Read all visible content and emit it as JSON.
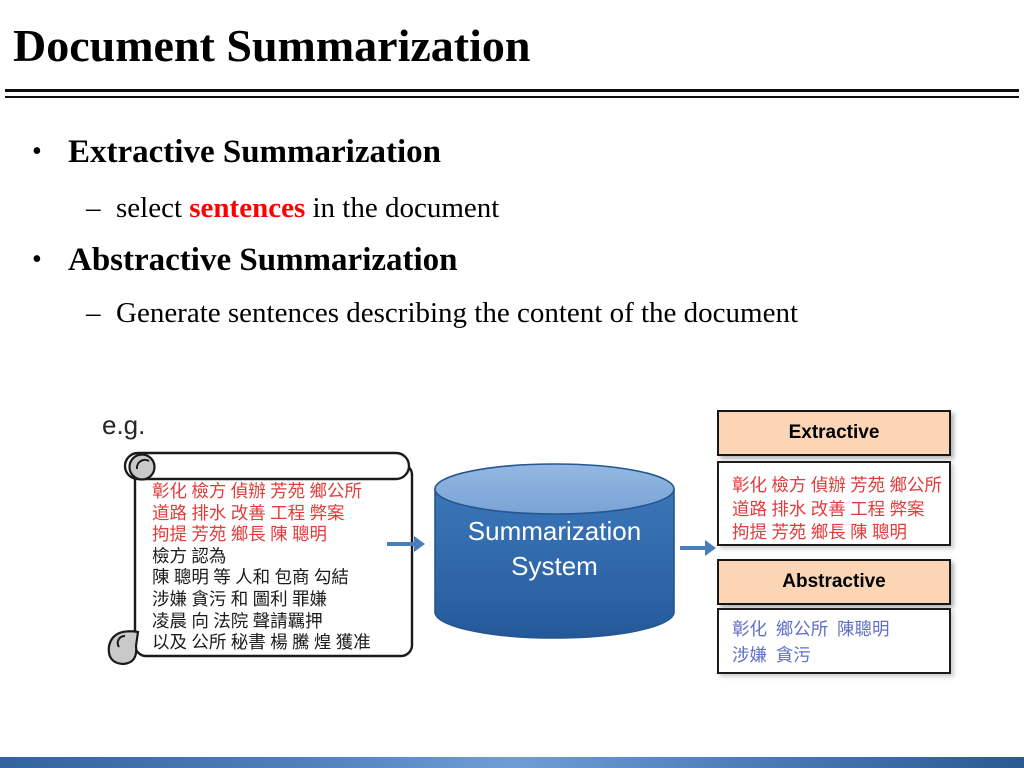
{
  "slide": {
    "title": "Document Summarization",
    "bullets": {
      "b1_dot": "•",
      "b1_label": "Extractive Summarization",
      "sub1_dash": "–",
      "sub1_pre": "select ",
      "sub1_highlight": "sentences",
      "sub1_post": " in the document",
      "b2_dot": "•",
      "b2_label": "Abstractive Summarization",
      "sub2_dash": "–",
      "sub2_text": "Generate sentences describing the content of the document"
    },
    "example_label": "e.g."
  },
  "diagram": {
    "source_document": {
      "red_lines": [
        "彰化 檢方 偵辦 芳苑 鄉公所",
        "道路 排水 改善 工程 弊案",
        "拘提 芳苑 鄉長 陳 聰明"
      ],
      "black_lines": [
        "檢方 認為",
        "陳 聰明 等 人和 包商 勾結",
        "涉嫌 貪污 和 圖利 罪嫌",
        "凌晨 向 法院 聲請羈押",
        "以及 公所 秘書 楊 騰 煌 獲准"
      ]
    },
    "system": {
      "line1": "Summarization",
      "line2": "System"
    },
    "extractive": {
      "header": "Extractive",
      "lines": [
        "彰化 檢方 偵辦 芳苑 鄉公所",
        "道路 排水 改善 工程 弊案",
        "拘提 芳苑 鄉長 陳 聰明"
      ]
    },
    "abstractive": {
      "header": "Abstractive",
      "lines": [
        "彰化  鄉公所  陳聰明",
        "涉嫌  貪污"
      ]
    },
    "colors": {
      "highlight_red": "#FF0000",
      "document_red": "#E23B3B",
      "abstractive_blue": "#5F6FC5",
      "arrow_blue": "#4A7EBB",
      "cylinder_top": "#85ACDB",
      "cylinder_body": "#2F6BB0",
      "header_peach": "#FBD5B5",
      "footer_blue": "#4F81BD"
    }
  }
}
